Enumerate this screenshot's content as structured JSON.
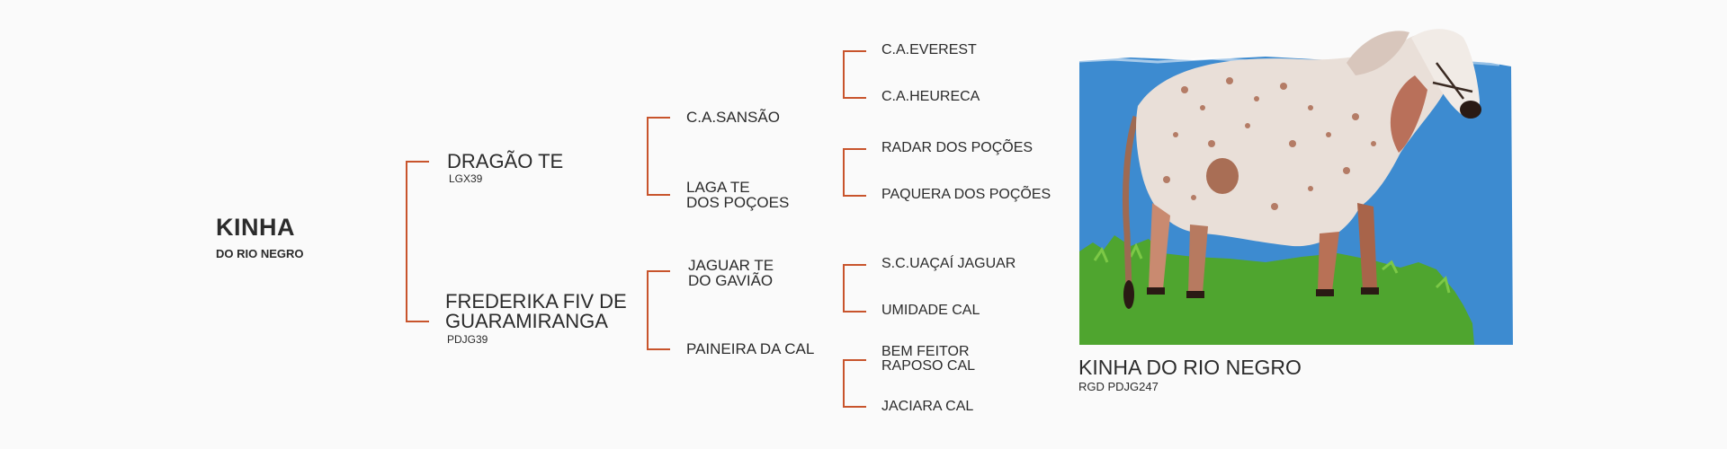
{
  "subject": {
    "name": "KINHA",
    "subtitle": "DO RIO NEGRO"
  },
  "parents": {
    "sire": {
      "name": "DRAGÃO TE",
      "registration": "LGX39"
    },
    "dam": {
      "name_line1": "FREDERIKA FIV DE",
      "name_line2": "GUARAMIRANGA",
      "registration": "PDJG39"
    }
  },
  "grandparents": {
    "sire_sire": "C.A.SANSÃO",
    "sire_dam_line1": "LAGA TE",
    "sire_dam_line2": "DOS POÇOES",
    "dam_sire_line1": "JAGUAR TE",
    "dam_sire_line2": "DO GAVIÃO",
    "dam_dam": "PAINEIRA DA CAL"
  },
  "great_grandparents": {
    "g1": "C.A.EVEREST",
    "g2": "C.A.HEURECA",
    "g3": "RADAR DOS POÇÕES",
    "g4": "PAQUERA DOS POÇÕES",
    "g5": "S.C.UAÇAÍ JAGUAR",
    "g6": "UMIDADE CAL",
    "g7_line1": "BEM FEITOR",
    "g7_line2": "RAPOSO CAL",
    "g8": "JACIARA CAL"
  },
  "photo": {
    "caption": "KINHA DO RIO NEGRO",
    "registration": "RGD PDJG247",
    "icon": "cow-photo",
    "colors": {
      "sky": "#3d8bd0",
      "grass": "#4fa52f",
      "accent": "#c8542c"
    }
  }
}
